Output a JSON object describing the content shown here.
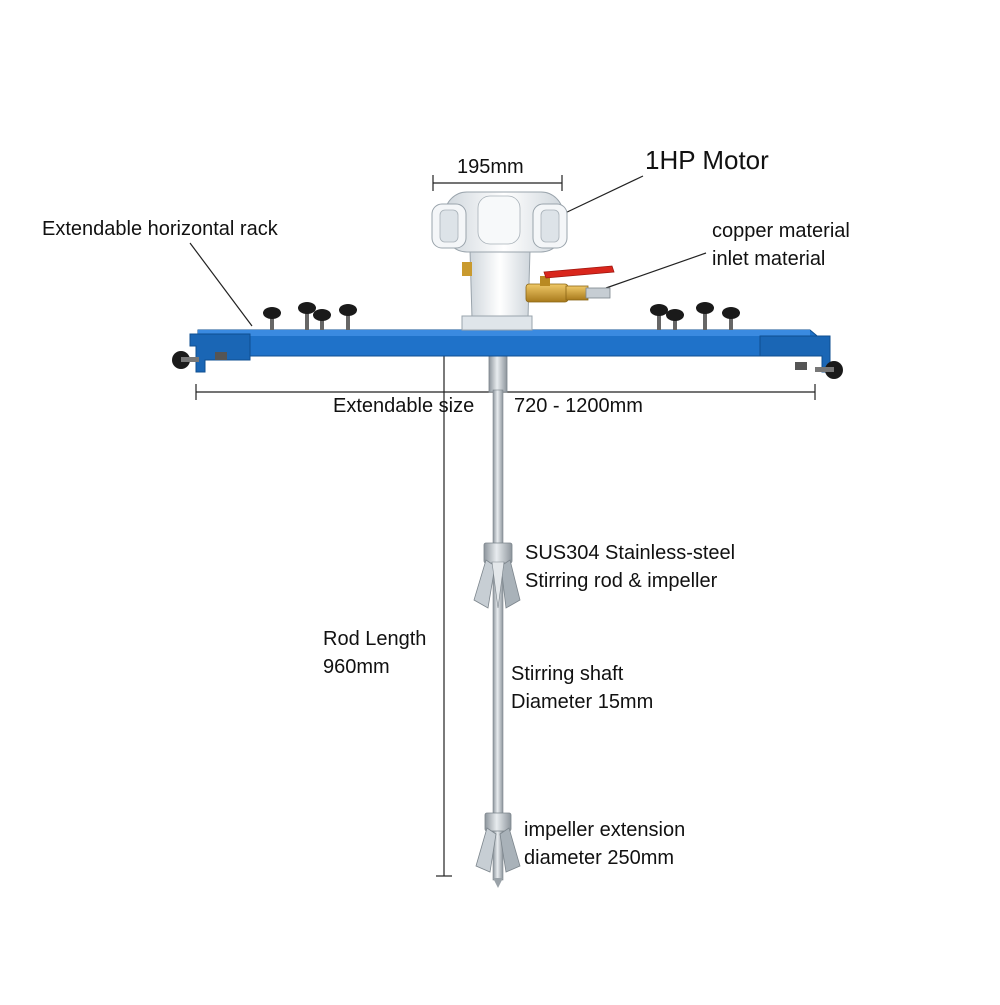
{
  "labels": {
    "width": "195mm",
    "motor": "1HP Motor",
    "rack": "Extendable horizontal rack",
    "inlet": [
      "copper material",
      "inlet material"
    ],
    "extend_label": "Extendable size",
    "extend_range": "720 - 1200mm",
    "impeller1": [
      "SUS304 Stainless-steel",
      "Stirring rod & impeller"
    ],
    "rod": [
      "Rod Length",
      "960mm"
    ],
    "shaft": [
      "Stirring shaft",
      "Diameter 15mm"
    ],
    "impeller2": [
      "impeller extension",
      "diameter 250mm"
    ]
  },
  "colors": {
    "rack": "#1f72c9",
    "motor": "#eef2f5",
    "valve_handle": "#d9261c",
    "brass": "#c99a2e",
    "steel": "#b9c1c8",
    "knob": "#1a1a1a"
  }
}
